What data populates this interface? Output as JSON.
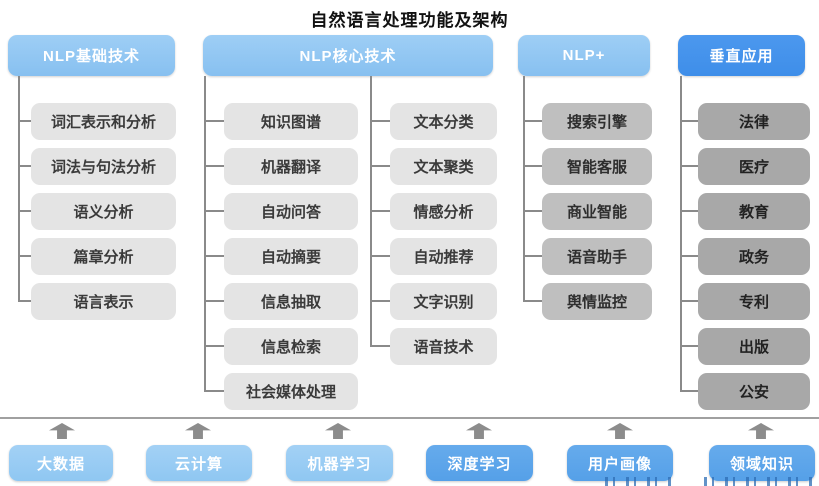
{
  "title": "自然语言处理功能及架构",
  "columns": [
    {
      "header": "NLP基础技术",
      "items": [
        "词汇表示和分析",
        "词法与句法分析",
        "语义分析",
        "篇章分析",
        "语言表示"
      ]
    },
    {
      "header": "NLP核心技术",
      "items_left": [
        "知识图谱",
        "机器翻译",
        "自动问答",
        "自动摘要",
        "信息抽取",
        "信息检索",
        "社会媒体处理"
      ],
      "items_right": [
        "文本分类",
        "文本聚类",
        "情感分析",
        "自动推荐",
        "文字识别",
        "语音技术"
      ]
    },
    {
      "header": "NLP+",
      "items": [
        "搜索引擎",
        "智能客服",
        "商业智能",
        "语音助手",
        "舆情监控"
      ]
    },
    {
      "header": "垂直应用",
      "items": [
        "法律",
        "医疗",
        "教育",
        "政务",
        "专利",
        "出版",
        "公安"
      ]
    }
  ],
  "foundations": [
    "大数据",
    "云计算",
    "机器学习",
    "深度学习",
    "用户画像",
    "领域知识"
  ],
  "colors": {
    "header_blue": "#87c0f0",
    "header_bright_blue": "#3e8ee9",
    "item_light_gray": "#e4e4e4",
    "item_medium_gray": "#bfbfbf",
    "item_dark_gray": "#a8a8a8",
    "bottom_light_blue": "#8fc7f2",
    "bottom_medium_blue": "#55a0e8",
    "connector_gray": "#8a8a8a",
    "arrow_gray": "#8c8c8c"
  }
}
